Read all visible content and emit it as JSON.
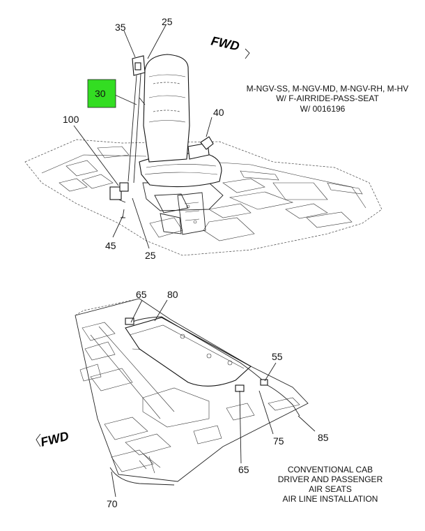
{
  "top_view": {
    "fwd_label": "FWD",
    "highlight_color": "#33dd22",
    "callouts": {
      "c35": "35",
      "c25_top": "25",
      "c30": "30",
      "c40": "40",
      "c100": "100",
      "c45": "45",
      "c25_bottom": "25"
    },
    "note": {
      "line1": "M-NGV-SS, M-NGV-MD, M-NGV-RH, M-HV",
      "line2": "W/ F-AIRRIDE-PASS-SEAT",
      "line3": "W/ 0016196"
    }
  },
  "bottom_view": {
    "fwd_label": "FWD",
    "callouts": {
      "c65_top": "65",
      "c80": "80",
      "c55": "55",
      "c75": "75",
      "c85": "85",
      "c65_bottom": "65",
      "c70": "70"
    },
    "title": {
      "line1": "CONVENTIONAL CAB",
      "line2": "DRIVER AND PASSENGER",
      "line3": "AIR SEATS",
      "line4": "AIR LINE INSTALLATION"
    }
  }
}
